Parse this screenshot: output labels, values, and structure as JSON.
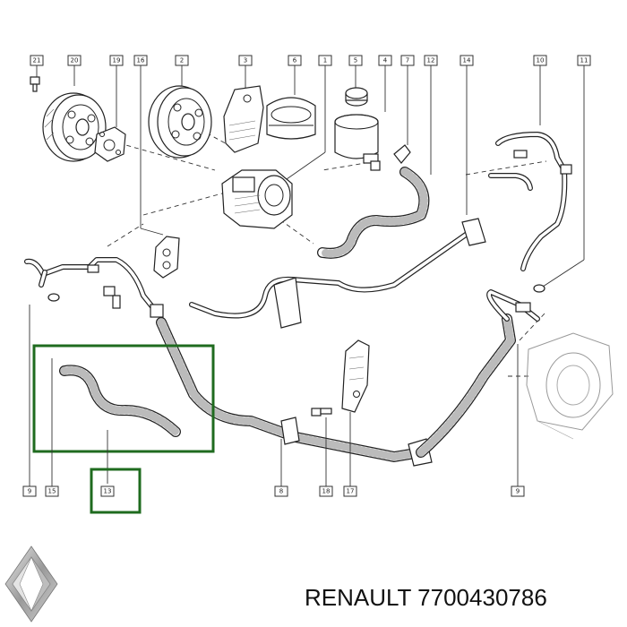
{
  "diagram": {
    "callouts": [
      {
        "id": "label-21",
        "text": "21"
      },
      {
        "id": "label-20",
        "text": "20"
      },
      {
        "id": "label-19",
        "text": "19"
      },
      {
        "id": "label-16",
        "text": "16"
      },
      {
        "id": "label-2",
        "text": "2"
      },
      {
        "id": "label-3",
        "text": "3"
      },
      {
        "id": "label-6",
        "text": "6"
      },
      {
        "id": "label-1",
        "text": "1"
      },
      {
        "id": "label-5",
        "text": "5"
      },
      {
        "id": "label-4",
        "text": "4"
      },
      {
        "id": "label-7",
        "text": "7"
      },
      {
        "id": "label-12",
        "text": "12"
      },
      {
        "id": "label-14",
        "text": "14"
      },
      {
        "id": "label-10",
        "text": "10"
      },
      {
        "id": "label-11",
        "text": "11"
      },
      {
        "id": "label-9-left",
        "text": "9"
      },
      {
        "id": "label-15",
        "text": "15"
      },
      {
        "id": "label-13",
        "text": "13"
      },
      {
        "id": "label-8",
        "text": "8"
      },
      {
        "id": "label-18",
        "text": "18"
      },
      {
        "id": "label-17",
        "text": "17"
      },
      {
        "id": "label-9-right",
        "text": "9"
      }
    ],
    "highlight_color": "#1f6b1f",
    "highlighted_part": "13"
  },
  "caption": {
    "brand": "RENAULT",
    "part_number": "7700430786",
    "full_text": "RENAULT 7700430786"
  },
  "logo": {
    "icon": "renault-diamond-icon"
  }
}
